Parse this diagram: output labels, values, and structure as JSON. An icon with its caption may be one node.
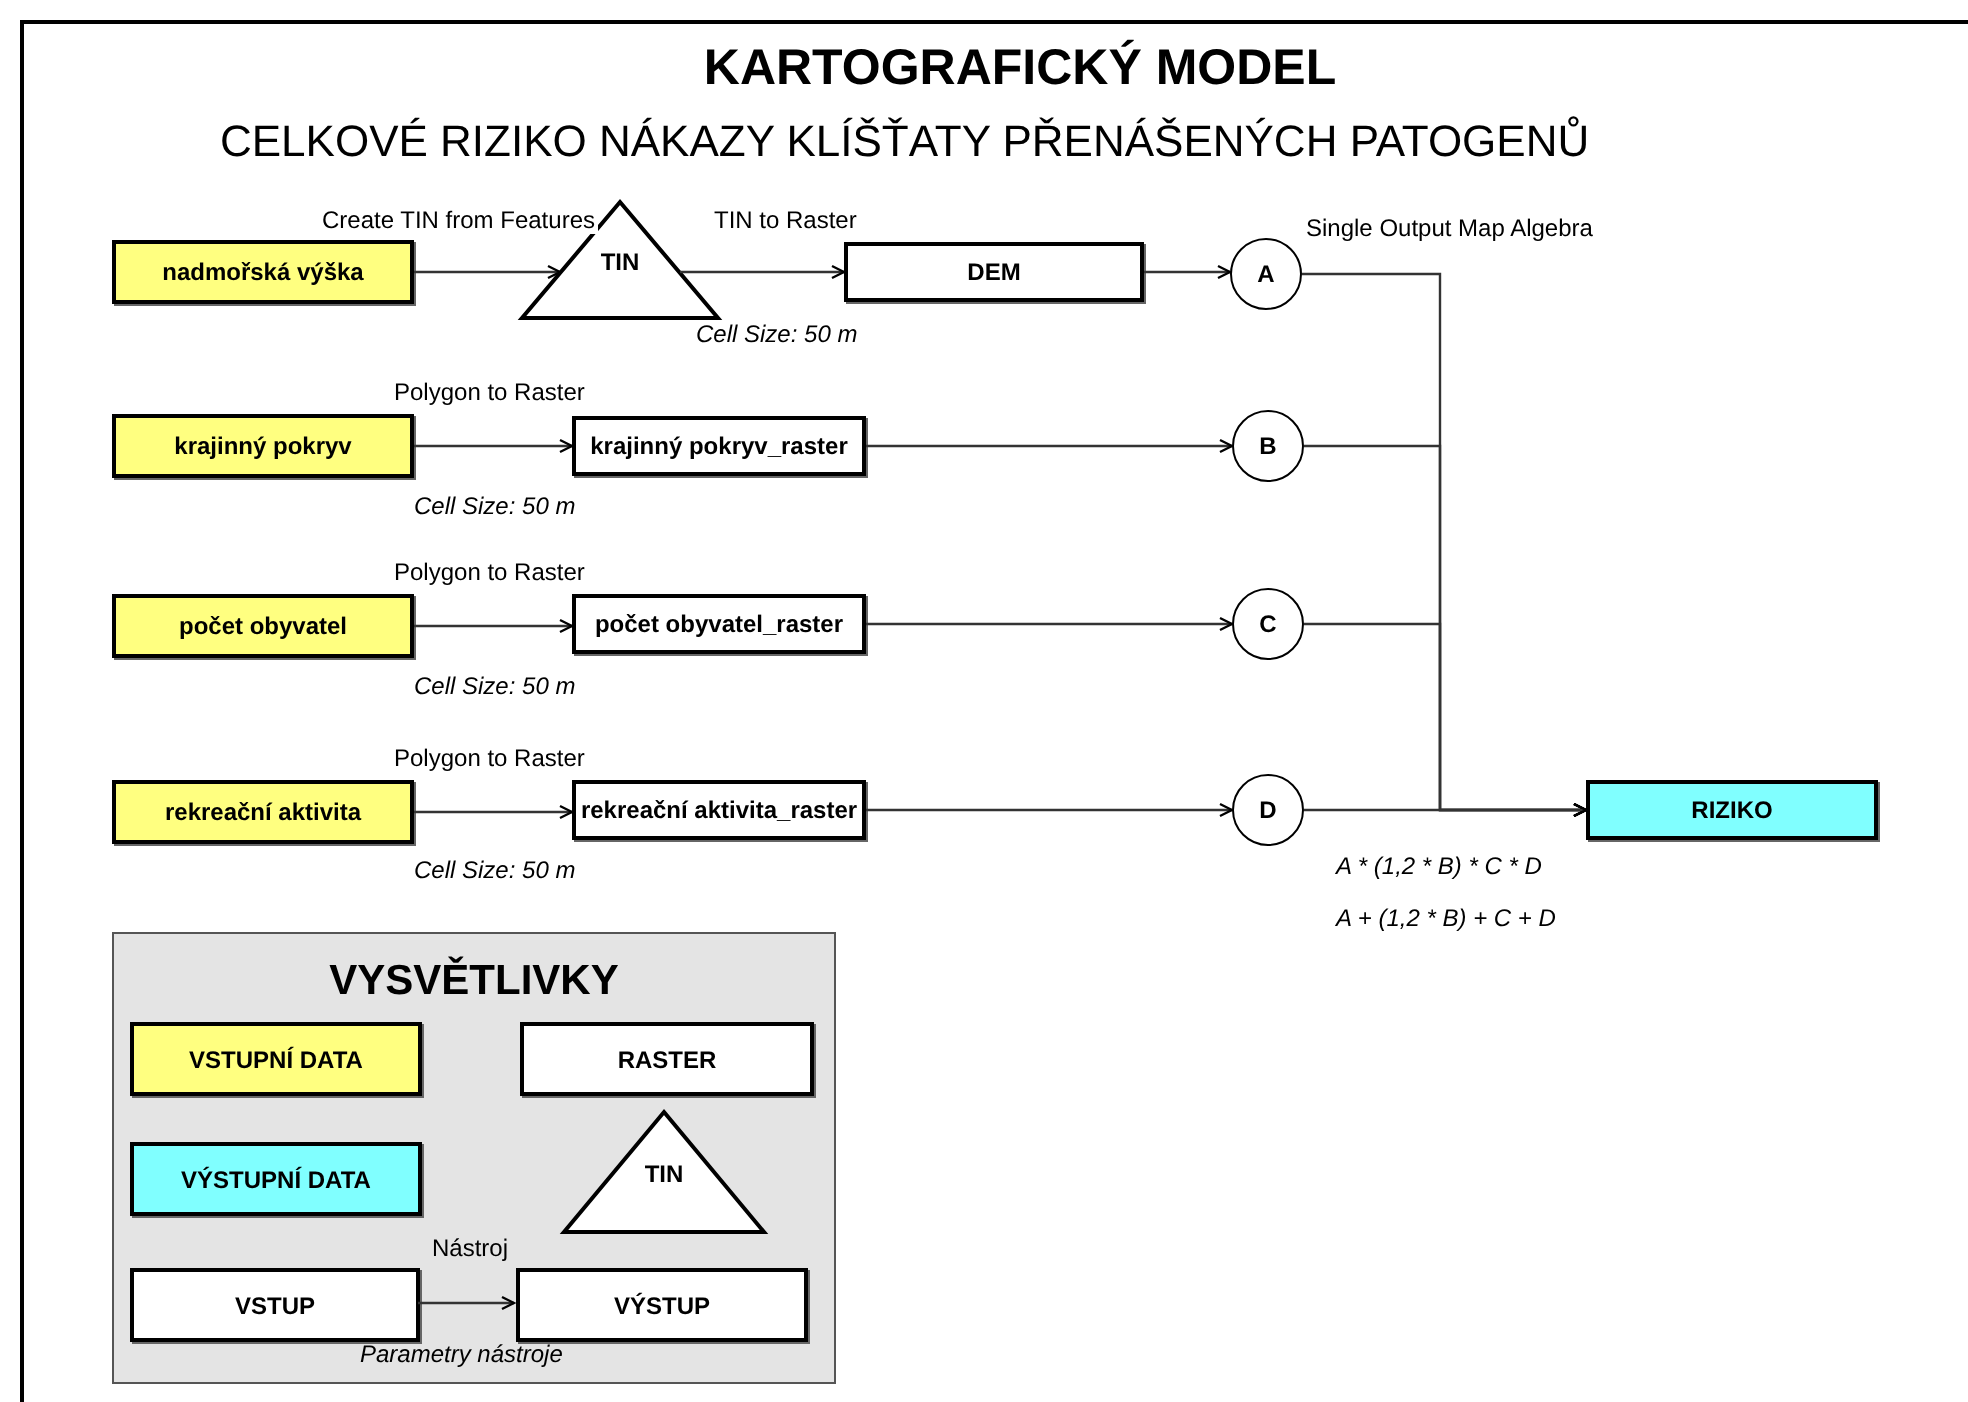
{
  "diagram": {
    "title": "KARTOGRAFICKÝ MODEL",
    "nodes": [
      {
        "text": [
          "nadmořská výška"
        ]
      },
      {
        "text": [
          "TIN"
        ]
      },
      {
        "text": [
          "DEM"
        ]
      },
      {
        "text": [
          "A"
        ]
      },
      {
        "text": [
          "krajinný pokryv"
        ]
      },
      {
        "text": [
          "krajinný pokryv_raster"
        ]
      },
      {
        "text": [
          "B"
        ]
      },
      {
        "text": [
          "počet obyvatel"
        ]
      },
      {
        "text": [
          "počet obyvatel_raster"
        ]
      },
      {
        "text": [
          "C"
        ]
      },
      {
        "text": [
          "rekreační aktivita"
        ]
      },
      {
        "text": [
          "rekreační aktivita_raster"
        ]
      },
      {
        "text": [
          "D"
        ]
      },
      {
        "text": [
          "RIZIKO"
        ]
      },
      {
        "text": [
          "VYSVĚTLIVKY"
        ]
      },
      {
        "text": [
          "VSTUPNÍ DATA"
        ],
        "in": 14
      },
      {
        "text": [
          "RASTER"
        ],
        "in": 14
      },
      {
        "text": [
          "VÝSTUPNÍ DATA"
        ],
        "in": 14
      },
      {
        "text": [
          "TIN"
        ],
        "in": 14
      },
      {
        "text": [
          "VSTUP"
        ],
        "in": 14
      },
      {
        "text": [
          "VÝSTUP"
        ],
        "in": 14
      }
    ],
    "edges": [
      {
        "from": 0,
        "to": 1,
        "arrow": "to",
        "label": "Create TIN from Features"
      },
      {
        "from": 1,
        "to": 2,
        "arrow": "to",
        "label": "TIN to Raster"
      },
      {
        "from": 2,
        "to": 3,
        "arrow": "to"
      },
      {
        "from": 4,
        "to": 5,
        "arrow": "to",
        "label": "Polygon to Raster"
      },
      {
        "from": 5,
        "to": 6,
        "arrow": "to"
      },
      {
        "from": 7,
        "to": 8,
        "arrow": "to",
        "label": "Polygon to Raster"
      },
      {
        "from": 8,
        "to": 9,
        "arrow": "to"
      },
      {
        "from": 10,
        "to": 11,
        "arrow": "to",
        "label": "Polygon to Raster"
      },
      {
        "from": 11,
        "to": 12,
        "arrow": "to"
      },
      {
        "from": 3,
        "to": 13,
        "arrow": "to"
      },
      {
        "from": 6,
        "to": 13,
        "arrow": "to"
      },
      {
        "from": 9,
        "to": 13,
        "arrow": "to"
      },
      {
        "from": 12,
        "to": 13,
        "arrow": "to"
      },
      {
        "from": 19,
        "to": 20,
        "arrow": "to",
        "label": "Nástroj"
      }
    ],
    "labels": [
      "CELKOVÉ RIZIKO NÁKAZY KLÍŠŤATY PŘENÁŠENÝCH PATOGENŮ",
      "Single Output Map Algebra",
      "Cell Size: 50 m",
      "Cell Size: 50 m",
      "Cell Size: 50 m",
      "Cell Size: 50 m",
      "A * (1,2 * B) * C * D",
      "A + (1,2 * B) + C + D",
      "Parametry nástroje"
    ]
  }
}
